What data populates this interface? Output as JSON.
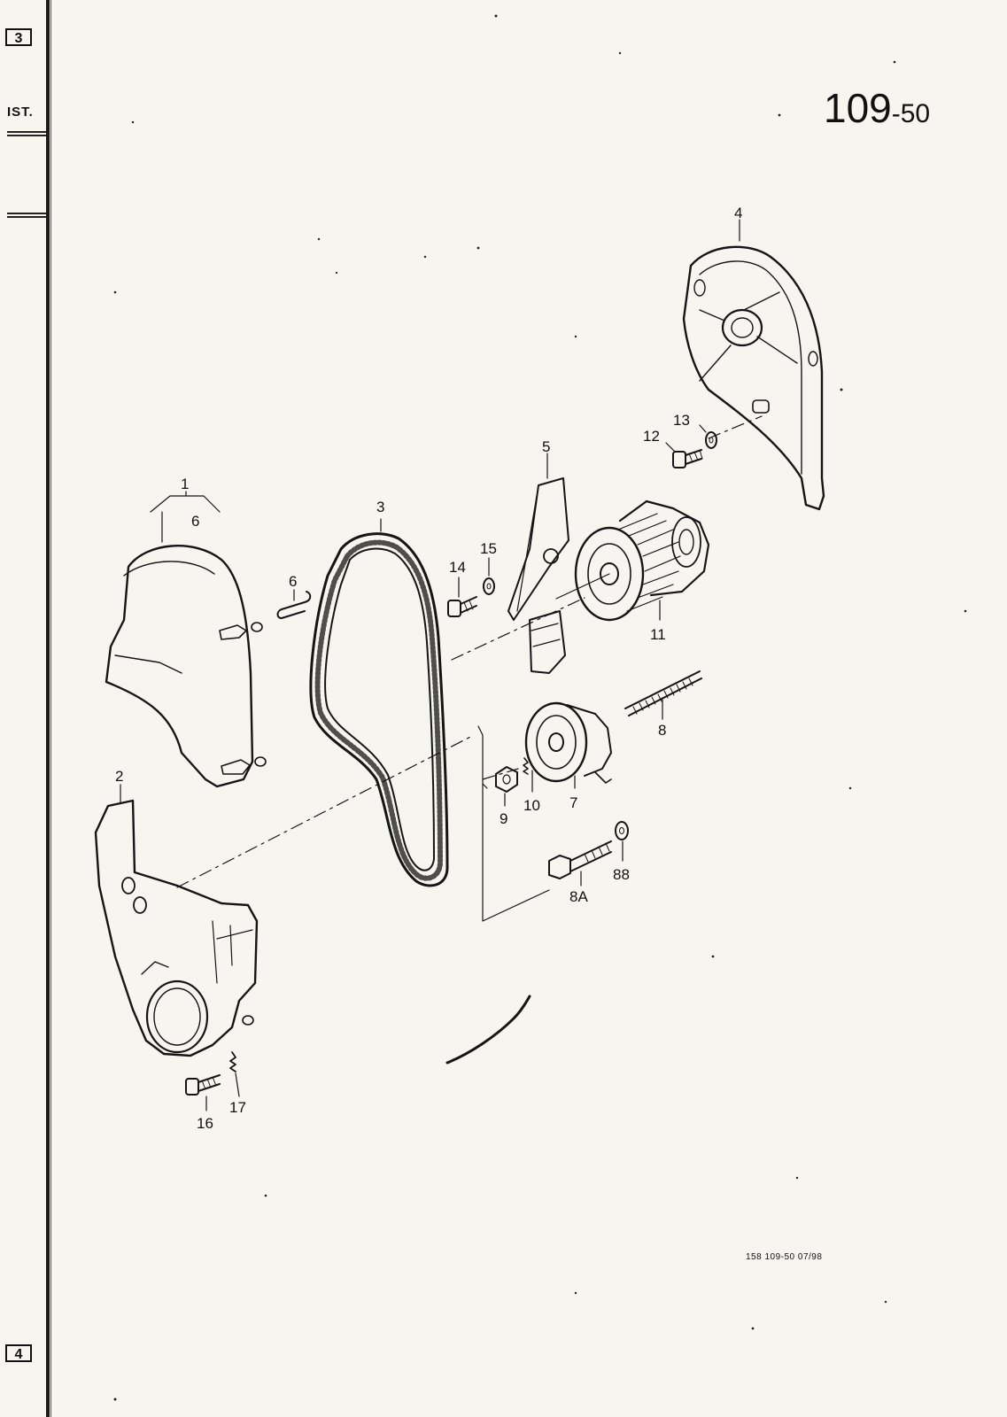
{
  "header": {
    "tab_top": "3",
    "tab_bottom": "4",
    "side_label": "IST.",
    "page_number_main": "109",
    "page_number_suffix": "-50"
  },
  "footer": {
    "code": "158   109-50   07/98"
  },
  "callouts": {
    "c1": "1",
    "c2": "2",
    "c3": "3",
    "c4": "4",
    "c5": "5",
    "c6a": "6",
    "c6b": "6",
    "c7": "7",
    "c8": "8",
    "c8a": "8A",
    "c88": "88",
    "c9": "9",
    "c10": "10",
    "c11": "11",
    "c12": "12",
    "c13": "13",
    "c14": "14",
    "c15": "15",
    "c16": "16",
    "c17": "17"
  },
  "colors": {
    "ink": "#111111",
    "paper": "#f7f5f0"
  }
}
